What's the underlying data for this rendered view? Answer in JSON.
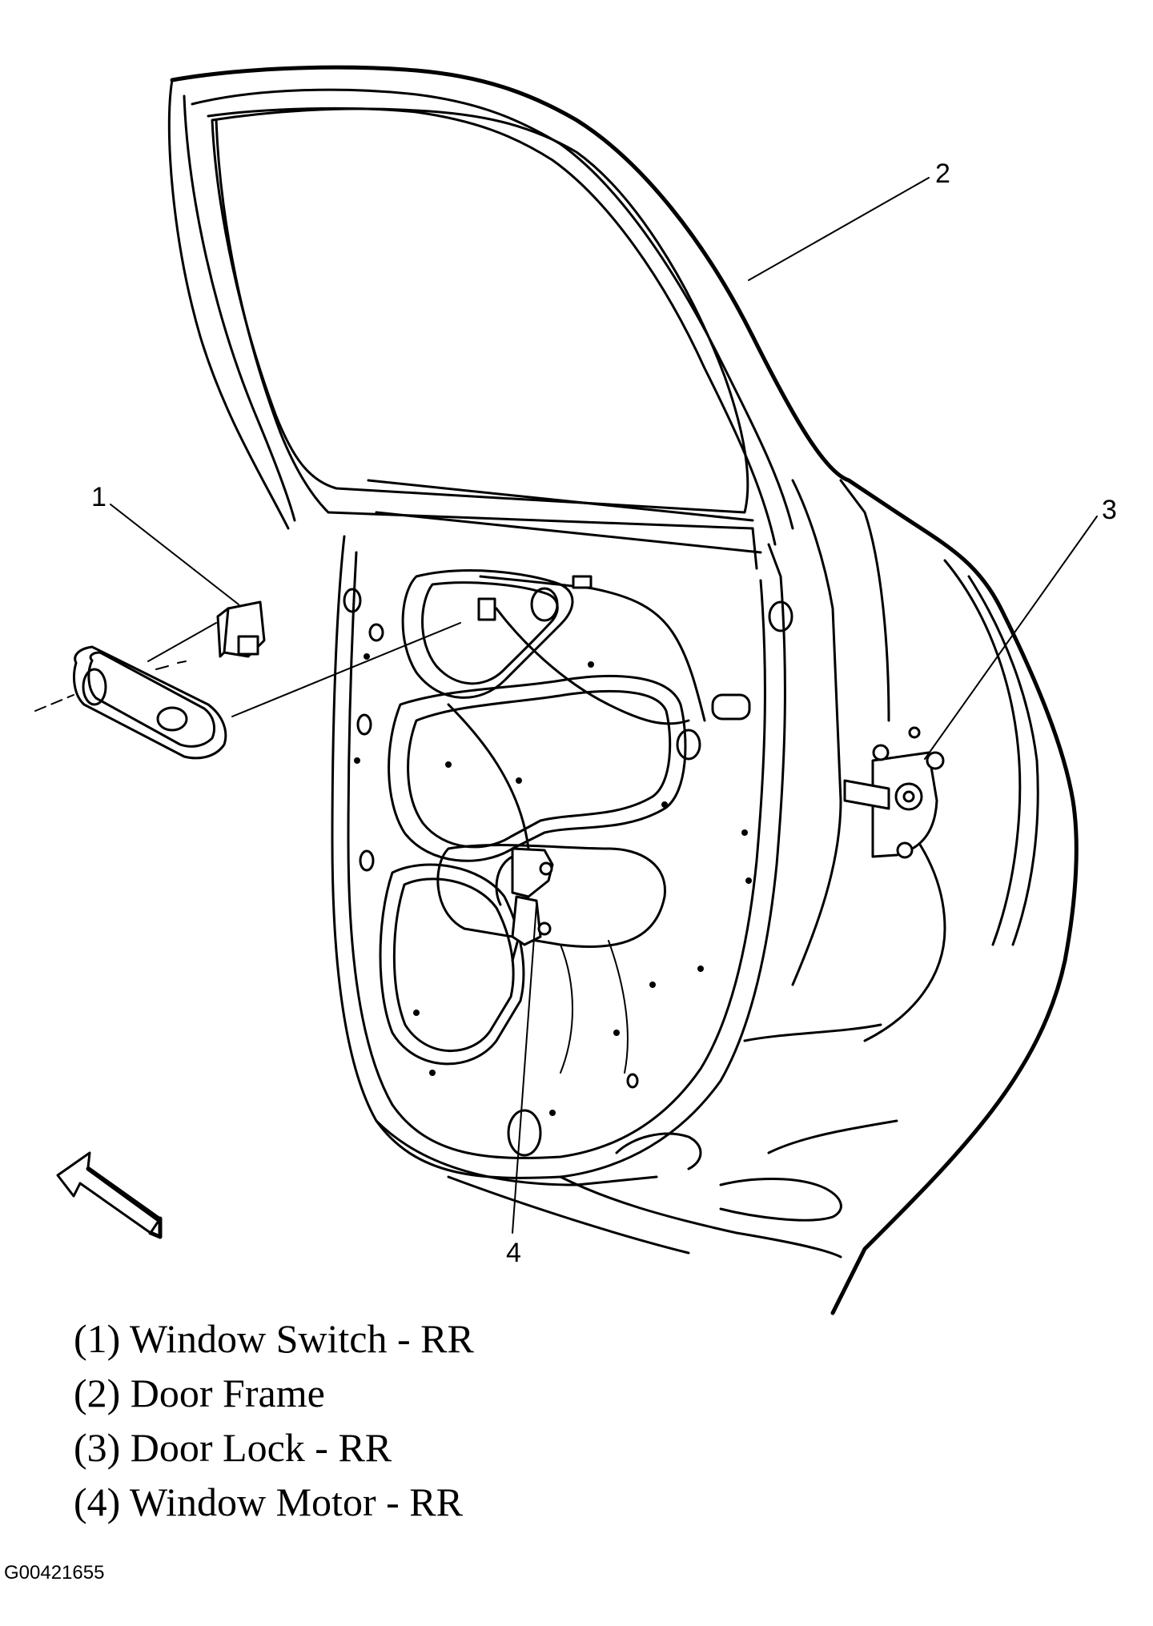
{
  "callouts": [
    "1",
    "2",
    "3",
    "4"
  ],
  "legend": [
    "(1) Window Switch - RR",
    "(2) Door Frame",
    "(3) Door Lock - RR",
    "(4) Window Motor - RR"
  ],
  "figure_id": "G00421655"
}
